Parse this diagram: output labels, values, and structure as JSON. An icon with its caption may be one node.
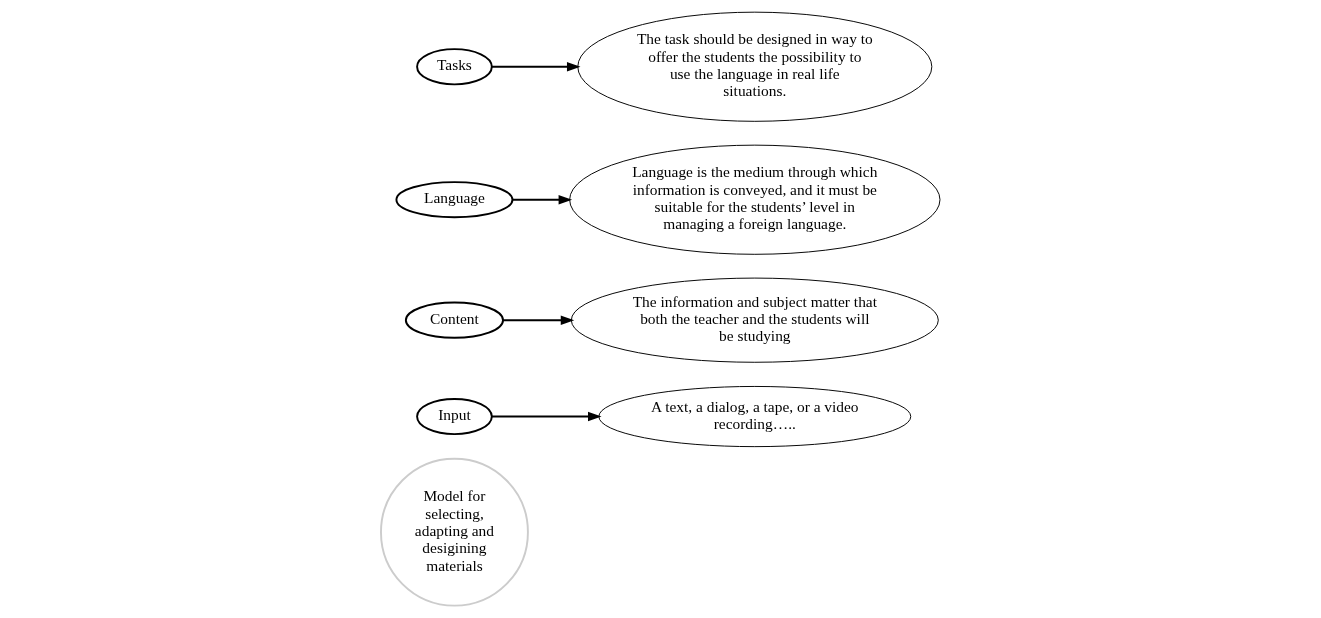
{
  "diagram": {
    "nodes": [
      {
        "text": [
          "Model for selecting, adapting and desigining materials"
        ]
      },
      {
        "text": [
          "Input"
        ]
      },
      {
        "text": [
          "Content"
        ]
      },
      {
        "text": [
          "Language"
        ]
      },
      {
        "text": [
          "Tasks"
        ]
      },
      {
        "text": [
          "A text, a dialog, a tape, or a video recording….."
        ]
      },
      {
        "text": [
          "The information and subject matter that both the teacher and the students will be studying"
        ]
      },
      {
        "text": [
          "Language is the medium through which information is conveyed, and it must be suitable for the students’ level in managing a foreign language."
        ]
      },
      {
        "text": [
          "The task should be designed in way to offer the students the possibility to use the language in real life situations."
        ]
      }
    ],
    "edges": [
      {
        "from": 1,
        "to": 5,
        "arrow": "to"
      },
      {
        "from": 2,
        "to": 6,
        "arrow": "to"
      },
      {
        "from": 3,
        "to": 7,
        "arrow": "to"
      },
      {
        "from": 4,
        "to": 8,
        "arrow": "to"
      }
    ]
  }
}
